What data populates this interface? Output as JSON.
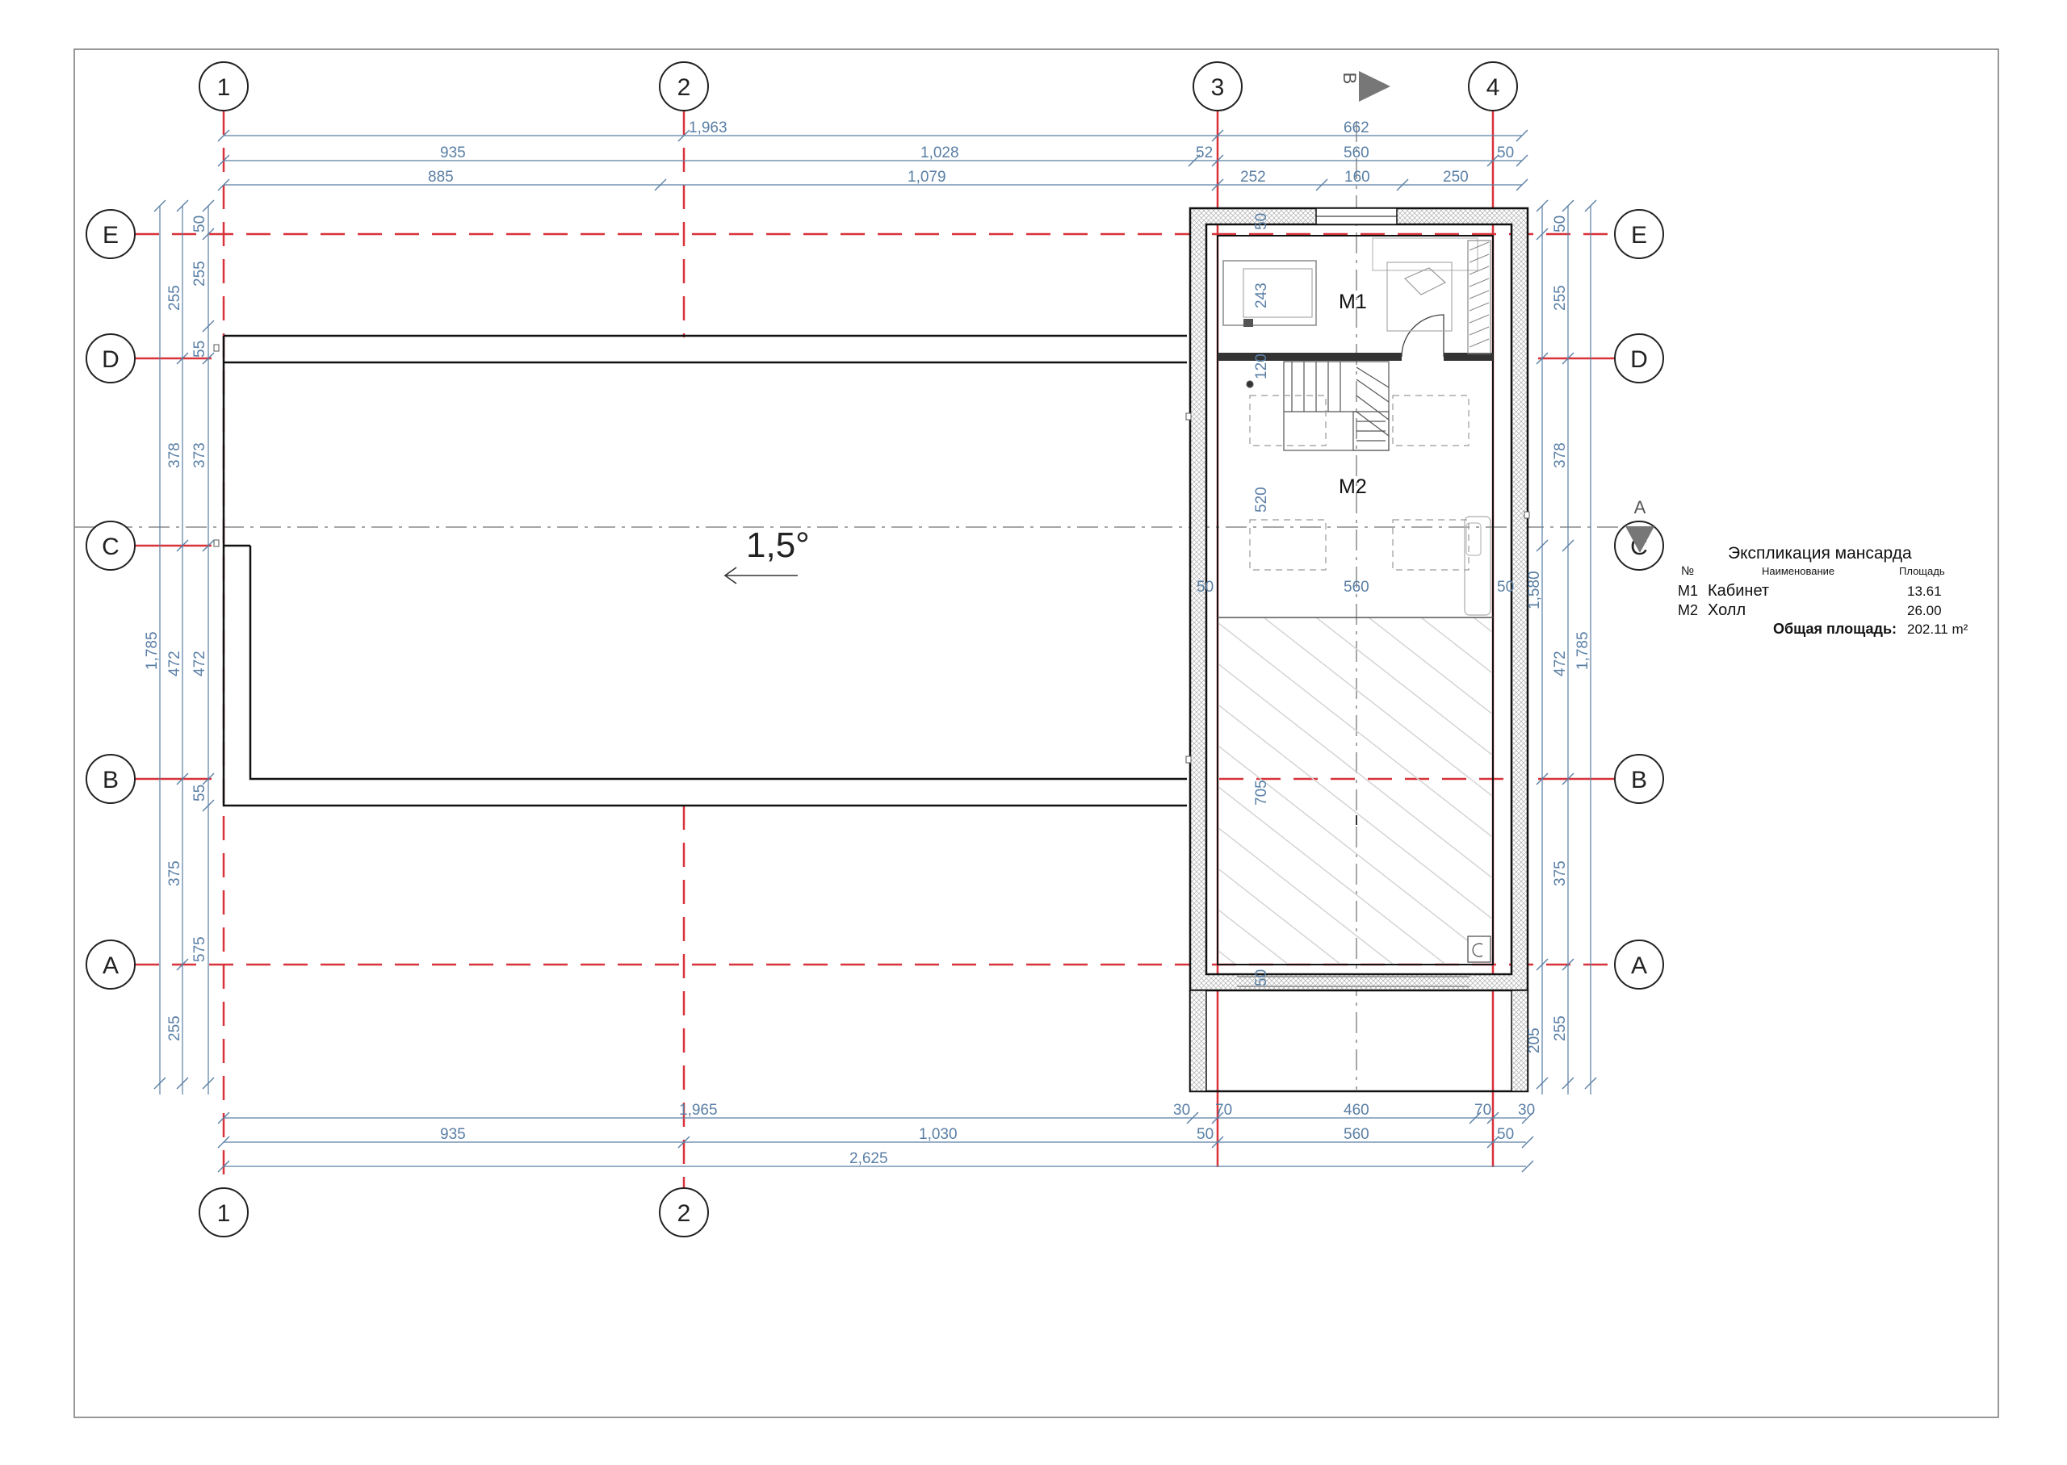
{
  "grid": {
    "columns": [
      "1",
      "2",
      "3",
      "4"
    ],
    "rows": [
      "E",
      "D",
      "C",
      "B",
      "A"
    ]
  },
  "section_marks": {
    "b": "B",
    "a": "A"
  },
  "roof": {
    "slope": "1,5°"
  },
  "rooms": {
    "m1": "M1",
    "m2": "M2"
  },
  "dims_top": {
    "r1": [
      "1,963",
      "662"
    ],
    "r2": [
      "935",
      "1,028",
      "52",
      "560",
      "50"
    ],
    "r3": [
      "885",
      "1,079",
      "252",
      "160",
      "250"
    ]
  },
  "dims_bottom": {
    "r1": [
      "1,965",
      "30",
      "70",
      "460",
      "70",
      "30"
    ],
    "r2": [
      "935",
      "1,030",
      "50",
      "560",
      "50"
    ],
    "r3": [
      "2,625"
    ]
  },
  "dims_left": {
    "outer": [
      "1,785"
    ],
    "mid": [
      "255",
      "378",
      "472",
      "375",
      "255"
    ],
    "inner": [
      "50",
      "255",
      "55",
      "373",
      "472",
      "55",
      "575"
    ]
  },
  "dims_right": {
    "inner": [
      "50",
      "255",
      "378",
      "472",
      "375",
      "255"
    ],
    "outer": [
      "1,785"
    ],
    "near": [
      "205"
    ],
    "wall": [
      "1,580"
    ]
  },
  "dims_plan": [
    "243",
    "120",
    "520",
    "705",
    "50",
    "50",
    "560",
    "50",
    "50"
  ],
  "legend": {
    "title": "Экспликация мансарда",
    "col_no": "№",
    "col_name": "Наименование",
    "col_area": "Площадь",
    "rows": [
      {
        "no": "M1",
        "name": "Кабинет",
        "area": "13.61"
      },
      {
        "no": "M2",
        "name": "Холл",
        "area": "26.00"
      }
    ],
    "total_label": "Общая площадь:",
    "total_value": "202.11 m²"
  },
  "colors": {
    "axis_red": "#d8323a",
    "dimension_blue": "#5a7fa5",
    "wall": "#111111",
    "dash_gray": "#8a8a8a"
  }
}
